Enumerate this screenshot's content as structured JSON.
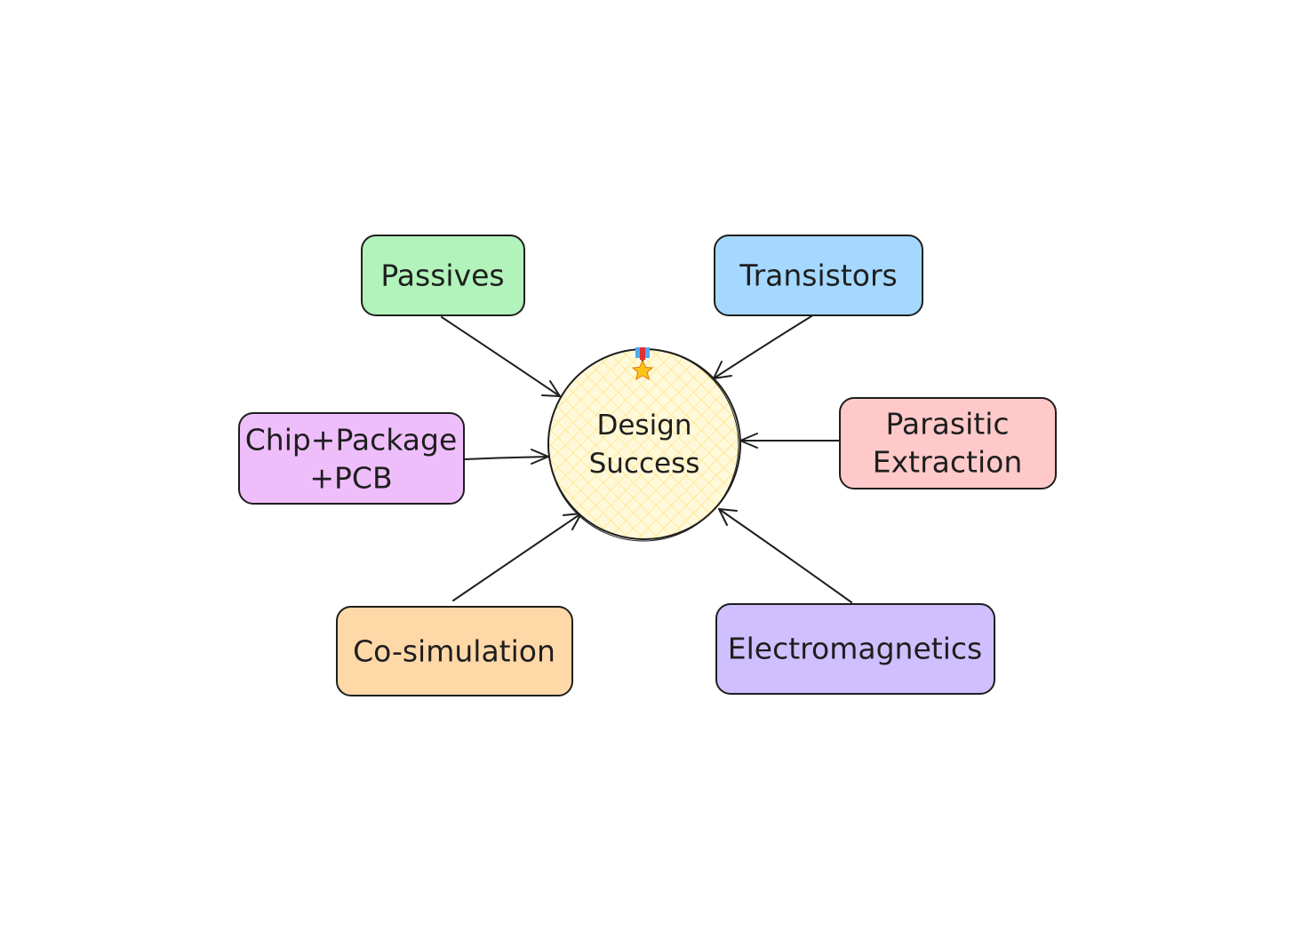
{
  "diagram": {
    "center": {
      "line1": "Design",
      "line2": "Success",
      "fill": "#fff9db",
      "pattern_color": "#ffe066",
      "badge_icon": "medal-icon"
    },
    "nodes": {
      "passives": {
        "label": "Passives",
        "fill": "#b2f2bb"
      },
      "transistors": {
        "label": "Transistors",
        "fill": "#a5d8ff"
      },
      "chip_package": {
        "line1": "Chip+Package",
        "line2": "+PCB",
        "fill": "#eebefa"
      },
      "parasitic": {
        "line1": "Parasitic",
        "line2": "Extraction",
        "fill": "#ffc9c9"
      },
      "cosim": {
        "label": "Co-simulation",
        "fill": "#ffd8a8"
      },
      "em": {
        "label": "Electromagnetics",
        "fill": "#d0bfff"
      }
    },
    "stroke_color": "#1e1e1e"
  }
}
